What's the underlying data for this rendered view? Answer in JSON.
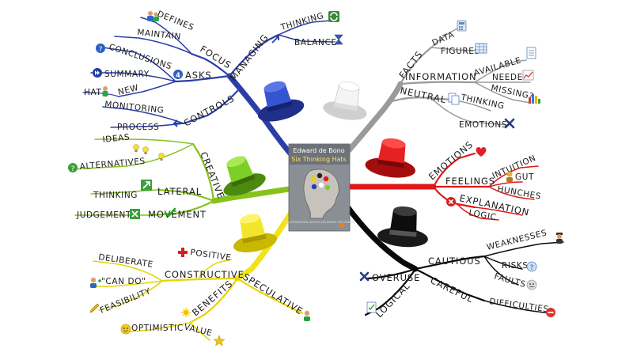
{
  "book": {
    "author": "Edward de Bono",
    "title": "Six Thinking Hats",
    "tagline": "THE INTERNATIONAL BESTSELLER BEHIND THE WINNING"
  },
  "colors": {
    "blue": "#2b3ea8",
    "white": "#9a9a9a",
    "red": "#e01818",
    "black": "#0a0a0a",
    "yellow": "#f2e21a",
    "green": "#86c21c"
  },
  "blue": {
    "managing": "MANAGING",
    "thinking": "THINKING",
    "balance": "BALANCE",
    "focus": "FOCUS",
    "defines": "DEFINES",
    "maintain": "MAINTAIN",
    "asks": "ASKS",
    "conclusions": "CONCLUSIONS",
    "summary": "SUMMARY",
    "new": "NEW",
    "hat": "HAT",
    "controls": "CONTROLS",
    "monitoring": "MONITORING",
    "process": "PROCESS"
  },
  "white": {
    "facts": "FACTS",
    "data": "DATA",
    "figures": "FIGURES",
    "information": "INFORMATION",
    "available": "AVAILABLE",
    "needed": "NEEDED",
    "missing": "MISSING?",
    "neutral": "NEUTRAL",
    "thinking": "THINKING",
    "emotions": "EMOTIONS"
  },
  "red": {
    "emotions": "EMOTIONS",
    "feelings": "FEELINGS",
    "intuition": "INTUITION",
    "gut": "GUT",
    "hunches": "HUNCHES",
    "explanation": "EXPLANATION",
    "logic": "LOGIC"
  },
  "black": {
    "cautious": "CAUTIOUS",
    "weaknesses": "WEAKNESSES",
    "risks": "RISKS",
    "faults": "FAULTS",
    "careful": "CAREFUL",
    "difficulties": "DIFFICULTIES",
    "overuse": "OVERUSE",
    "logical": "LOGICAL"
  },
  "yellow": {
    "speculative": "SPECULATIVE",
    "constructive": "CONSTRUCTIVE",
    "positive": "POSITIVE",
    "deliberate": "DELIBERATE",
    "can_do": "\"CAN DO\"",
    "feasibility": "FEASIBILITY",
    "benefits": "BENEFITS",
    "optimistic": "OPTIMISTIC",
    "value": "VALUE"
  },
  "green": {
    "creative": "CREATIVE",
    "ideas": "IDEAS",
    "alternatives": "ALTERNATIVES",
    "lateral": "LATERAL",
    "thinking": "THINKING",
    "movement": "MOVEMENT",
    "judgement": "JUDGEMENT"
  }
}
